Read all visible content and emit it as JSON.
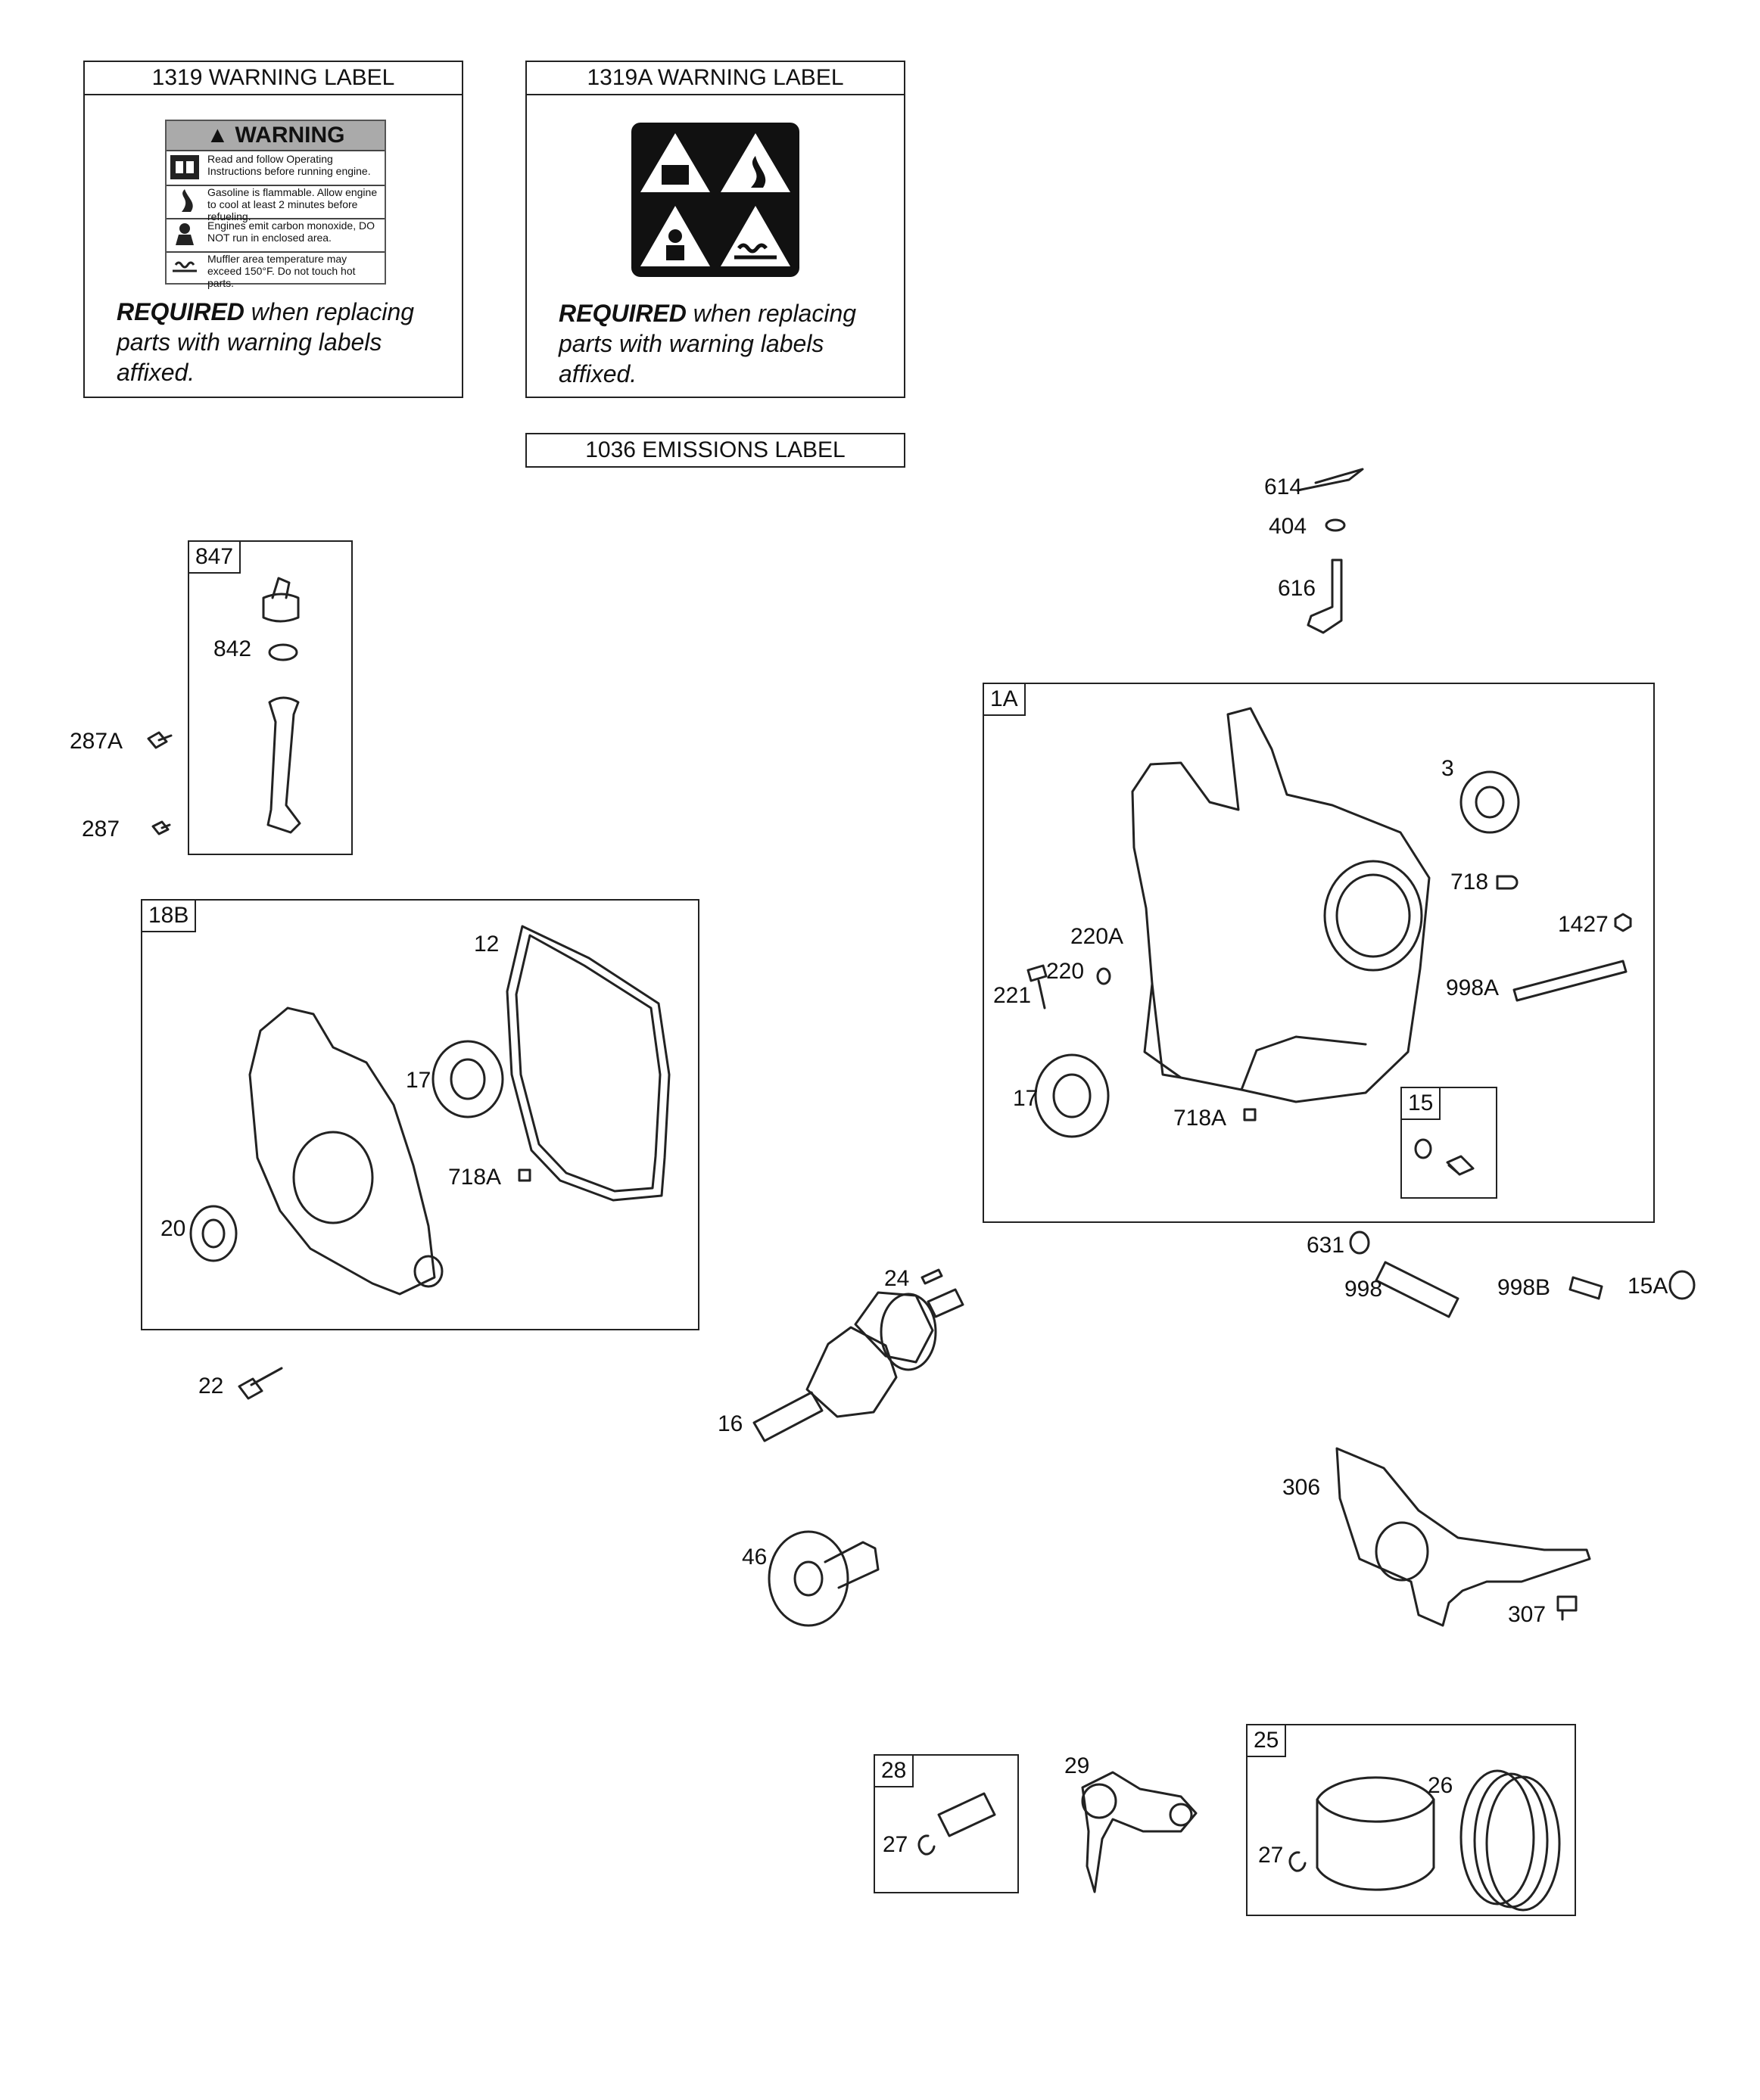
{
  "labels_boxes": [
    {
      "title": "1319 WARNING LABEL",
      "required_bold": "REQUIRED",
      "required_rest": " when replacing parts with warning labels affixed."
    },
    {
      "title": "1319A WARNING LABEL",
      "required_bold": "REQUIRED",
      "required_rest": " when replacing parts with warning labels affixed."
    }
  ],
  "warning_label": {
    "heading": "WARNING",
    "rows": [
      "Read and follow Operating Instructions before running engine.",
      "Gasoline is flammable. Allow engine to cool at least 2 minutes before refueling.",
      "Engines emit carbon monoxide, DO NOT run in enclosed area.",
      "Muffler area temperature may exceed 150°F. Do not touch hot parts."
    ]
  },
  "emissions_label": "1036 EMISSIONS LABEL",
  "groups": {
    "g847": "847",
    "g18b": "18B",
    "g1a": "1A",
    "g15": "15",
    "g28": "28",
    "g25": "25"
  },
  "parts": {
    "p614": "614",
    "p404": "404",
    "p616": "616",
    "p842": "842",
    "p287a": "287A",
    "p287": "287",
    "p12": "12",
    "p17a": "17",
    "p718a_left": "718A",
    "p20": "20",
    "p22": "22",
    "p3": "3",
    "p718": "718",
    "p1427": "1427",
    "p220a": "220A",
    "p220": "220",
    "p221": "221",
    "p998a": "998A",
    "p17b": "17",
    "p718a_right": "718A",
    "p631": "631",
    "p998": "998",
    "p998b": "998B",
    "p15a": "15A",
    "p24": "24",
    "p16": "16",
    "p46": "46",
    "p306": "306",
    "p307": "307",
    "p27a": "27",
    "p29": "29",
    "p26": "26",
    "p27b": "27"
  }
}
